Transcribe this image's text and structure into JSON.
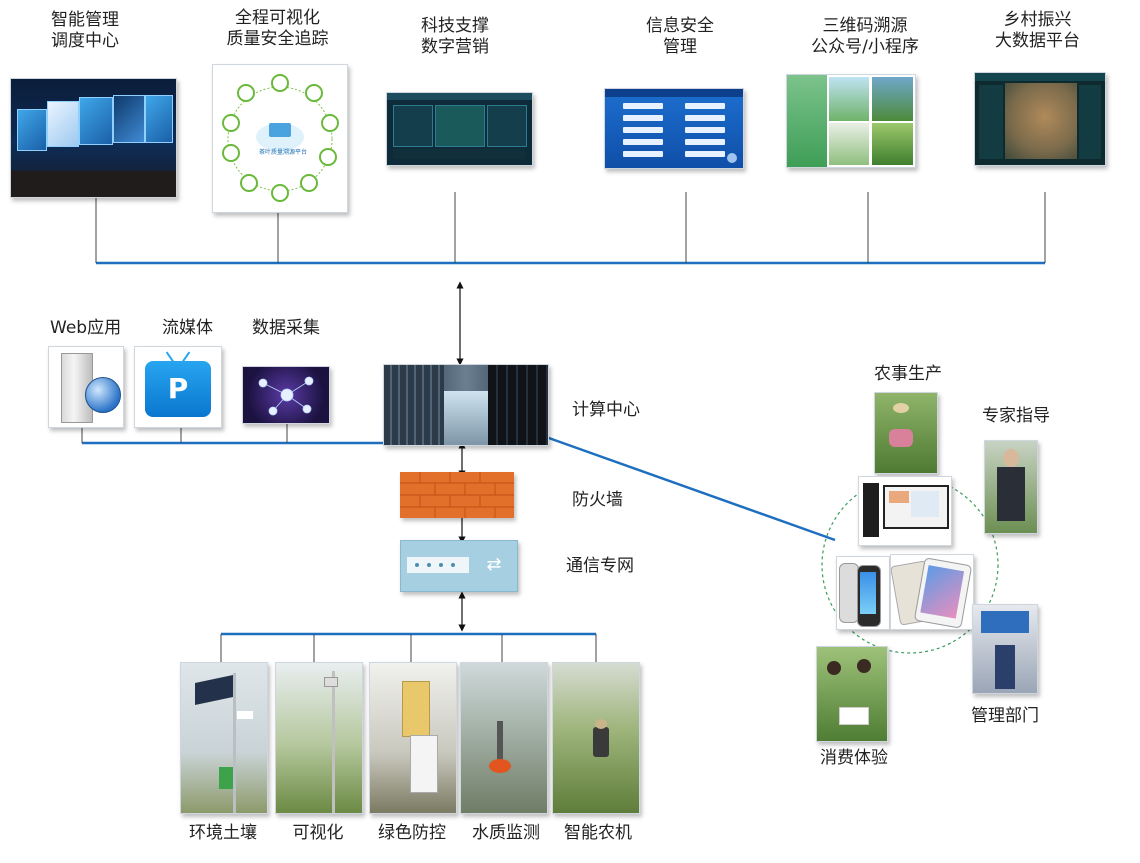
{
  "top_nodes": [
    {
      "id": "dispatch",
      "label_l1": "智能管理",
      "label_l2": "调度中心"
    },
    {
      "id": "trace",
      "label_l1": "全程可视化",
      "label_l2": "质量安全追踪"
    },
    {
      "id": "marketing",
      "label_l1": "科技支撑",
      "label_l2": "数字营销"
    },
    {
      "id": "security",
      "label_l1": "信息安全",
      "label_l2": "管理"
    },
    {
      "id": "qrcode",
      "label_l1": "三维码溯源",
      "label_l2": "公众号/小程序"
    },
    {
      "id": "bigdata",
      "label_l1": "乡村振兴",
      "label_l2": "大数据平台"
    }
  ],
  "trace_platform_text": "茶叶质量溯源平台",
  "services": [
    {
      "id": "web",
      "label": "Web应用"
    },
    {
      "id": "stream",
      "label": "流媒体"
    },
    {
      "id": "collect",
      "label": "数据采集"
    }
  ],
  "core": {
    "compute": "计算中心",
    "firewall": "防火墙",
    "network": "通信专网"
  },
  "sensors": [
    {
      "id": "soil",
      "label": "环境土壤"
    },
    {
      "id": "visual",
      "label": "可视化"
    },
    {
      "id": "pest",
      "label": "绿色防控"
    },
    {
      "id": "water",
      "label": "水质监测"
    },
    {
      "id": "machine",
      "label": "智能农机"
    }
  ],
  "users": [
    {
      "id": "farm",
      "label": "农事生产"
    },
    {
      "id": "expert",
      "label": "专家指导"
    },
    {
      "id": "consumer",
      "label": "消费体验"
    },
    {
      "id": "admin",
      "label": "管理部门"
    }
  ],
  "colors": {
    "bus_blue": "#1f6fc0",
    "connector_gray": "#444444",
    "firewall": "#e2702a",
    "dashed_circle": "#3a9e5a"
  },
  "icons": {
    "stream_logo": "playstation-logo-icon",
    "web_globe": "globe-icon"
  }
}
